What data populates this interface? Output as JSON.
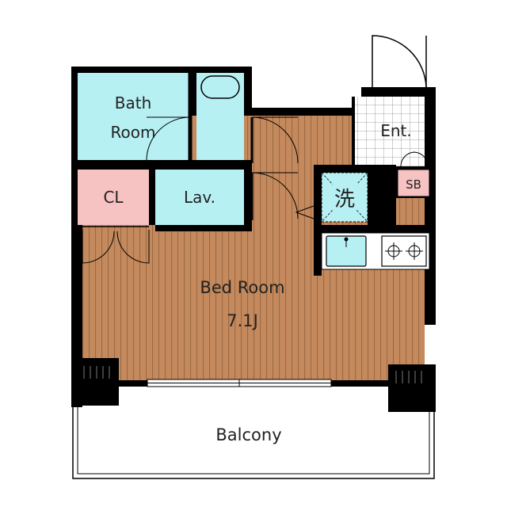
{
  "rooms": {
    "bath": {
      "line1": "Bath",
      "line2": "Room"
    },
    "closet": {
      "label": "CL"
    },
    "lavatory": {
      "label": "Lav."
    },
    "entrance": {
      "label": "Ent."
    },
    "shoe_box": {
      "label": "SB"
    },
    "washer": {
      "label": "洗"
    },
    "bedroom": {
      "name": "Bed Room",
      "size": "7.1J"
    },
    "balcony": {
      "label": "Balcony"
    }
  },
  "colors": {
    "wet_area": "#b7f0f3",
    "closet": "#f7c2c2",
    "floor": "#c4895c",
    "floor_stripe": "#9c6a44",
    "wall": "#000000"
  }
}
